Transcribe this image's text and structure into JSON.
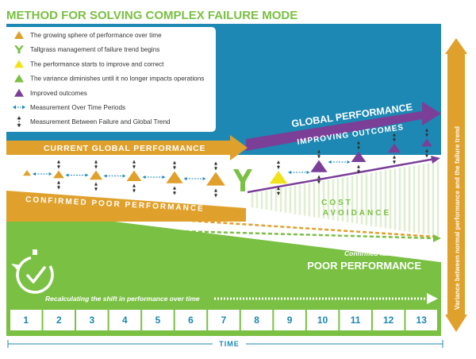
{
  "title": "METHOD FOR SOLVING COMPLEX FAILURE MODE",
  "legend": [
    {
      "label": "The growing sphere of performance over time",
      "icon": "orange-triangle-icon",
      "color": "#e0a12c"
    },
    {
      "label": "Tallgrass management of failure trend begins",
      "icon": "tallgrass-icon",
      "color": "#7ac043"
    },
    {
      "label": "The performance starts to improve and correct",
      "icon": "yellow-triangle-icon",
      "color": "#f2e21a"
    },
    {
      "label": "The variance diminishes until it no longer impacts operations",
      "icon": "green-triangle-icon",
      "color": "#7ac043"
    },
    {
      "label": "Improved outcomes",
      "icon": "purple-triangle-icon",
      "color": "#7b3f98"
    },
    {
      "label": "Measurement Over Time Periods",
      "icon": "dotted-double-arrow-icon",
      "color": "#1d88b3"
    },
    {
      "label": "Measurement Between Failure and Global Trend",
      "icon": "dotted-vertical-arrow-icon",
      "color": "#333333"
    }
  ],
  "labels": {
    "global_performance": "GLOBAL PERFORMANCE",
    "improving_outcomes": "IMPROVING OUTCOMES",
    "current_global_performance": "CURRENT GLOBAL PERFORMANCE",
    "confirmed_poor_performance": "CONFIRMED POOR PERFORMANCE",
    "cost": "COST",
    "avoidance": "AVOIDANCE",
    "confirmed_failure_trend": "Confirmed failure trend",
    "poor_performance": "POOR PERFORMANCE",
    "recalculating": "Recalculating the shift in performance over time",
    "variance_axis": "Variance between normal performance and the failure trend",
    "time": "TIME"
  },
  "periods": [
    "1",
    "2",
    "3",
    "4",
    "5",
    "6",
    "7",
    "8",
    "9",
    "10",
    "11",
    "12",
    "13"
  ],
  "colors": {
    "teal": "#1d88b3",
    "green": "#7ac043",
    "orange": "#e0a12c",
    "purple": "#7b3f98",
    "yellow": "#f2e21a"
  }
}
